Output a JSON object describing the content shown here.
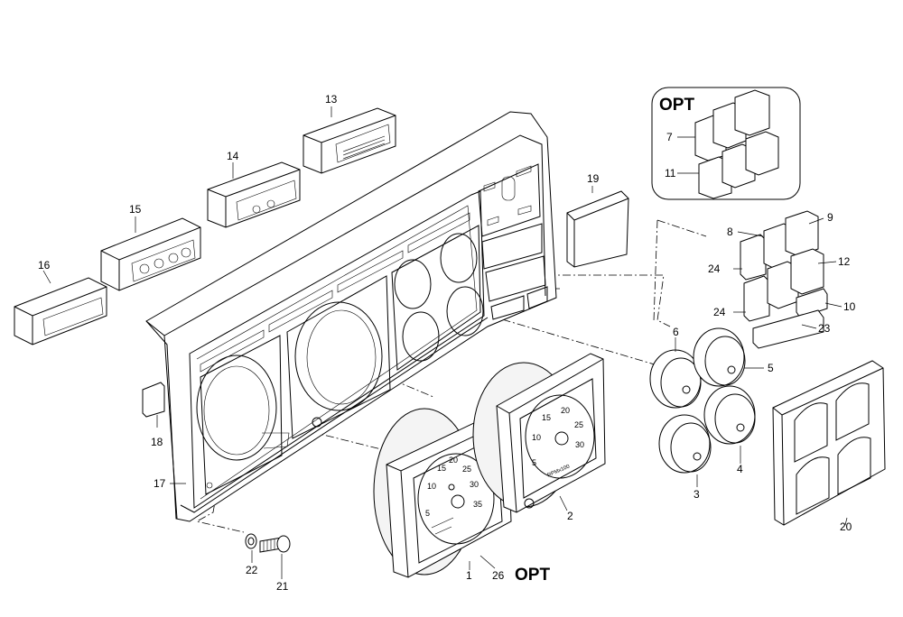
{
  "callouts": {
    "c1": "1",
    "c2": "2",
    "c3": "3",
    "c4": "4",
    "c5": "5",
    "c6": "6",
    "c7": "7",
    "c8": "8",
    "c9": "9",
    "c10": "10",
    "c11": "11",
    "c12": "12",
    "c13": "13",
    "c14": "14",
    "c15": "15",
    "c16": "16",
    "c17": "17",
    "c18": "18",
    "c19": "19",
    "c20": "20",
    "c21": "21",
    "c22": "22",
    "c23": "23",
    "c24a": "24",
    "c24b": "24",
    "c26": "26"
  },
  "opt_labels": {
    "top": "OPT",
    "bottom": "OPT"
  },
  "speedo": {
    "ticks": [
      "5",
      "10",
      "15",
      "20",
      "25",
      "30",
      "35"
    ]
  },
  "tacho": {
    "ticks": [
      "5",
      "10",
      "15",
      "20",
      "25",
      "30"
    ],
    "unit": "RPMx100"
  },
  "colors": {
    "line": "#000000",
    "background": "#ffffff"
  }
}
